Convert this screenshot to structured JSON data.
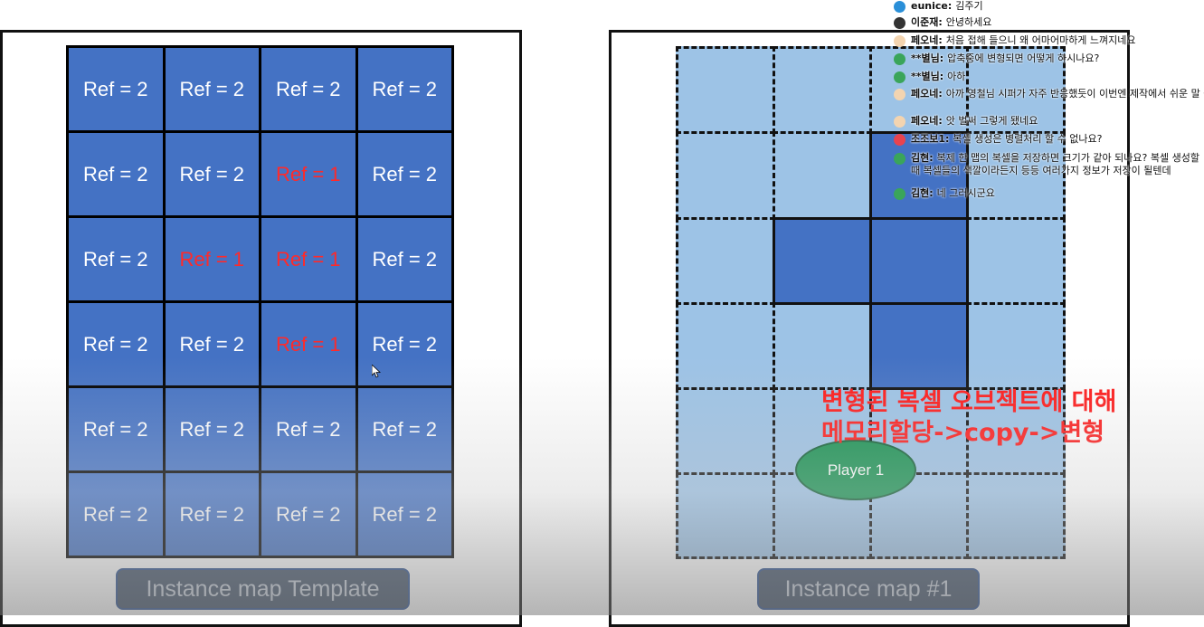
{
  "left_panel": {
    "caption": "Instance map Template",
    "cells": [
      {
        "text": "Ref = 2",
        "changed": false
      },
      {
        "text": "Ref = 2",
        "changed": false
      },
      {
        "text": "Ref = 2",
        "changed": false
      },
      {
        "text": "Ref = 2",
        "changed": false
      },
      {
        "text": "Ref = 2",
        "changed": false
      },
      {
        "text": "Ref = 2",
        "changed": false
      },
      {
        "text": "Ref = 1",
        "changed": true
      },
      {
        "text": "Ref = 2",
        "changed": false
      },
      {
        "text": "Ref = 2",
        "changed": false
      },
      {
        "text": "Ref = 1",
        "changed": true
      },
      {
        "text": "Ref = 1",
        "changed": true
      },
      {
        "text": "Ref = 2",
        "changed": false
      },
      {
        "text": "Ref = 2",
        "changed": false
      },
      {
        "text": "Ref = 2",
        "changed": false
      },
      {
        "text": "Ref = 1",
        "changed": true
      },
      {
        "text": "Ref = 2",
        "changed": false
      },
      {
        "text": "Ref = 2",
        "changed": false
      },
      {
        "text": "Ref = 2",
        "changed": false
      },
      {
        "text": "Ref = 2",
        "changed": false
      },
      {
        "text": "Ref = 2",
        "changed": false
      },
      {
        "text": "Ref = 2",
        "changed": false
      },
      {
        "text": "Ref = 2",
        "changed": false
      },
      {
        "text": "Ref = 2",
        "changed": false
      },
      {
        "text": "Ref = 2",
        "changed": false
      }
    ]
  },
  "right_panel": {
    "caption": "Instance map #1",
    "modified_cells": [
      [
        1,
        2
      ],
      [
        2,
        1
      ],
      [
        2,
        2
      ],
      [
        3,
        2
      ]
    ],
    "player_label": "Player 1",
    "annotation_line1": "변형된 복셀 오브젝트에 대해",
    "annotation_line2": "메모리할당->copy->변형"
  },
  "chat": {
    "messages": [
      {
        "name": "eunice:",
        "text": "김주기",
        "avatar_color": "#2a8fd8"
      },
      {
        "name": "이준재:",
        "text": "안녕하세요",
        "avatar_color": "#333333"
      },
      {
        "name": "페오네:",
        "text": "처음 접해 들으니 왜 어마어마하게 느껴지네요",
        "avatar_color": "#f3d4b0"
      },
      {
        "name": "**별님:",
        "text": "압축중에 변형되면 어떻게 하시나요?",
        "avatar_color": "#3aa55a"
      },
      {
        "name": "**별님:",
        "text": "아하",
        "avatar_color": "#3aa55a"
      },
      {
        "name": "페오네:",
        "text": "아까 영철님 시퍼가 자주 반응했듯이 이번엔 제작에서 쉬운 말 줍이 반응하네요 ㅋㅋㅋ",
        "avatar_color": "#f3d4b0"
      },
      {
        "name": "페오네:",
        "text": "앗 벌써 그렇게 됐네요",
        "avatar_color": "#f3d4b0"
      },
      {
        "name": "조조보1:",
        "text": "복셀 생성은 병렬처리 할 수 없나요?",
        "avatar_color": "#e8434f"
      },
      {
        "name": "김현:",
        "text": "복제 한 맵의 복셀을 저장하면 크기가 같아 되나요? 복셀 생성할 때 복셀들의 색깔이라든지 등등 여러가지 정보가 저장이 될텐데",
        "avatar_color": "#3aa55a"
      },
      {
        "name": "김현:",
        "text": "네 그러시군요",
        "avatar_color": "#3aa55a"
      }
    ]
  },
  "colors": {
    "cell_blue": "#4472c4",
    "light_blue": "#9dc3e6",
    "changed_text": "#ff2a2a",
    "player_green": "#159150",
    "annotation_red": "#ff1a1a"
  }
}
